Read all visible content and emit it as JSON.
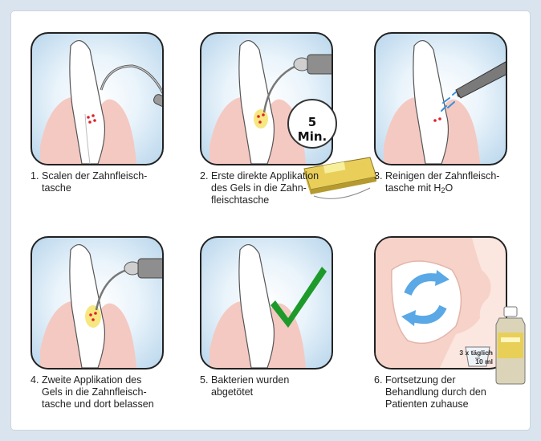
{
  "steps": [
    {
      "num": "1.",
      "text": "Scalen der Zahnfleisch-\ntasche"
    },
    {
      "num": "2.",
      "text": "Erste direkte Applikation\ndes Gels in die Zahn-\nfleischtasche"
    },
    {
      "num": "3.",
      "text_a": "Reinigen der Zahnfleisch-\ntasche mit H",
      "sub": "2",
      "text_b": "O"
    },
    {
      "num": "4.",
      "text": "Zweite Applikation des\nGels in die Zahnfleisch-\ntasche und dort belassen"
    },
    {
      "num": "5.",
      "text": "Bakterien wurden\nabgetötet"
    },
    {
      "num": "6.",
      "text": "Fortsetzung der\nBehandlung durch den\nPatienten zuhause"
    }
  ],
  "timer_label": "5 Min.",
  "dosage": {
    "line1": "3 x täglich",
    "line2": "10 ml"
  },
  "colors": {
    "background": "#d9e4ee",
    "gum": "#f4c9c2",
    "tooth": "#ffffff",
    "bacteria": "#e0202a",
    "gel": "#f5e36a",
    "check": "#1e9a2a"
  },
  "icons": [
    "scaler-icon",
    "syringe-icon",
    "water-jet-icon",
    "checkmark-icon",
    "rotation-arrows-icon",
    "bottle-icon",
    "measuring-cup-icon",
    "gel-package-icon"
  ]
}
